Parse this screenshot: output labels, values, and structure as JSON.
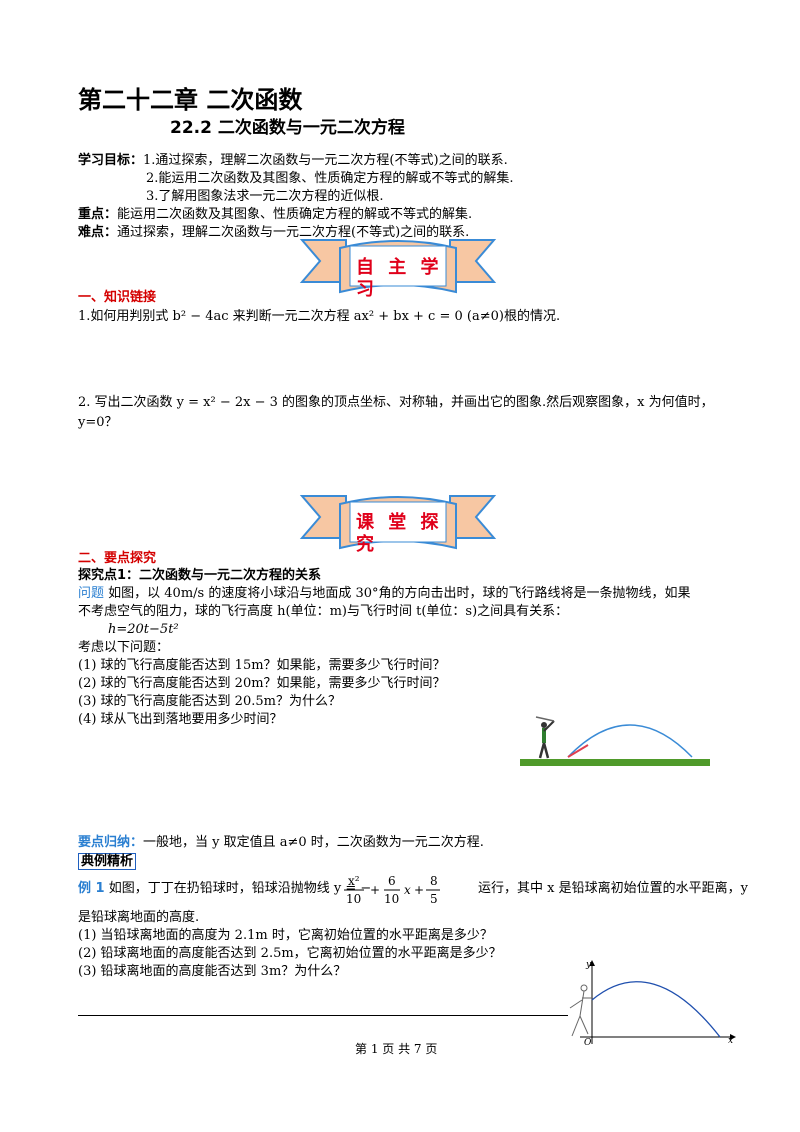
{
  "header": {
    "chapter_title": "第二十二章  二次函数",
    "section_title": "22.2  二次函数与一元二次方程"
  },
  "objectives": {
    "label": "学习目标：",
    "items": [
      "1.通过探索，理解二次函数与一元二次方程(不等式)之间的联系.",
      "2.能运用二次函数及其图象、性质确定方程的解或不等式的解集.",
      "3.了解用图象法求一元二次方程的近似根."
    ],
    "focus_label": "重点：",
    "focus_text": "能运用二次函数及其图象、性质确定方程的解或不等式的解集.",
    "difficulty_label": "难点：",
    "difficulty_text": "通过探索，理解二次函数与一元二次方程(不等式)之间的联系."
  },
  "banner1": {
    "text_line1": "自 主 学",
    "text_line2": "习"
  },
  "part1": {
    "heading": "一、知识链接",
    "q1": "1.如何用判别式 b² − 4ac 来判断一元二次方程 ax² + bx + c = 0 (a≠0)根的情况.",
    "q2_line1": "2.  写出二次函数 y = x² − 2x − 3 的图象的顶点坐标、对称轴，并画出它的图象.然后观察图象，x 为何值时，",
    "q2_line2": "y=0？"
  },
  "banner2": {
    "text_line1": "课 堂 探",
    "text_line2": "究"
  },
  "part2": {
    "heading": "二、要点探究",
    "subheading": "探究点1：二次函数与一元二次方程的关系",
    "problem_label": "问题",
    "problem_line1": "    如图，以 40m/s 的速度将小球沿与地面成 30°角的方向击出时，球的飞行路线将是一条抛物线，如果",
    "problem_line2": "不考虑空气的阻力，球的飞行高度 h(单位：m)与飞行时间 t(单位：s)之间具有关系：",
    "formula": "h=20t−5t²",
    "consider": "考虑以下问题：",
    "questions": [
      "(1) 球的飞行高度能否达到 15m？如果能，需要多少飞行时间？",
      "(2) 球的飞行高度能否达到 20m？如果能，需要多少飞行时间？",
      "(3) 球的飞行高度能否达到 20.5m？为什么？",
      "(4) 球从飞出到落地要用多少时间？"
    ],
    "summary_label": "要点归纳：",
    "summary_text": "一般地，当 y 取定值且 a≠0 时，二次函数为一元二次方程.",
    "example_box": "典例精析",
    "example_label": "例 1",
    "example_line1_a": " 如图，丁丁在扔铅球时，铅球沿抛物线 y = −",
    "example_line1_b": "x² /10 + 6/10 x + 8/5",
    "example_line1_c": " 运行，其中 x 是铅球离初始位置的水平距离，y",
    "example_line2": "是铅球离地面的高度.",
    "example_questions": [
      "(1) 当铅球离地面的高度为 2.1m 时，它离初始位置的水平距离是多少？",
      "(2) 铅球离地面的高度能否达到 2.5m，它离初始位置的水平距离是多少？",
      "(3) 铅球离地面的高度能否达到 3m？为什么？"
    ],
    "axis_y": "y",
    "axis_x": "x",
    "axis_o": "O"
  },
  "footer": {
    "page_text": "第 1 页 共 7 页"
  },
  "colors": {
    "banner_fill": "#f7c7a3",
    "banner_border": "#3a8bd6",
    "red": "#d40000",
    "blue": "#2a7fd1"
  }
}
